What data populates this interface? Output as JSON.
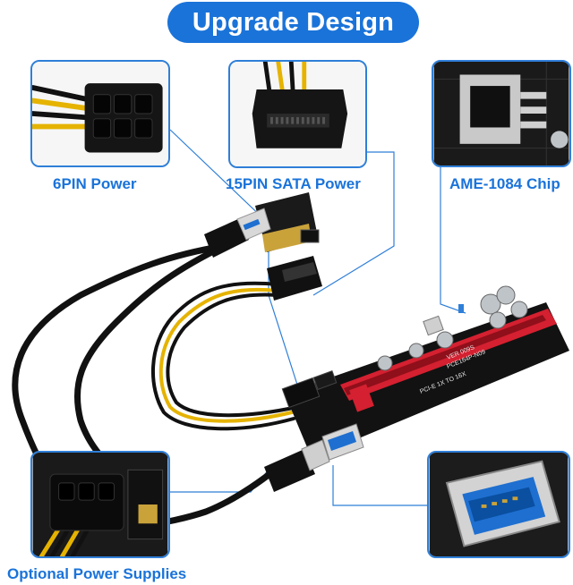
{
  "banner": {
    "title": "Upgrade Design"
  },
  "callouts": {
    "six_pin": "6PIN Power",
    "sata": "15PIN SATA Power",
    "chip": "AME-1084 Chip",
    "optional": "Optional Power Supplies"
  },
  "board": {
    "model_text": "PCE164P-N09",
    "version_text": "VER 009S",
    "slot_text": "PCI-E 1X TO 16X"
  },
  "colors": {
    "brand_blue": "#1a73d9",
    "board_black": "#111111",
    "slot_red": "#d42030",
    "gold": "#c9a23a",
    "usb_blue": "#1e6fd0",
    "wire_yellow": "#e5b300"
  },
  "icons": {
    "six_pin": "six-pin-connector-icon",
    "sata": "sata-connector-icon",
    "chip": "chip-icon",
    "usb": "usb3-port-icon"
  }
}
